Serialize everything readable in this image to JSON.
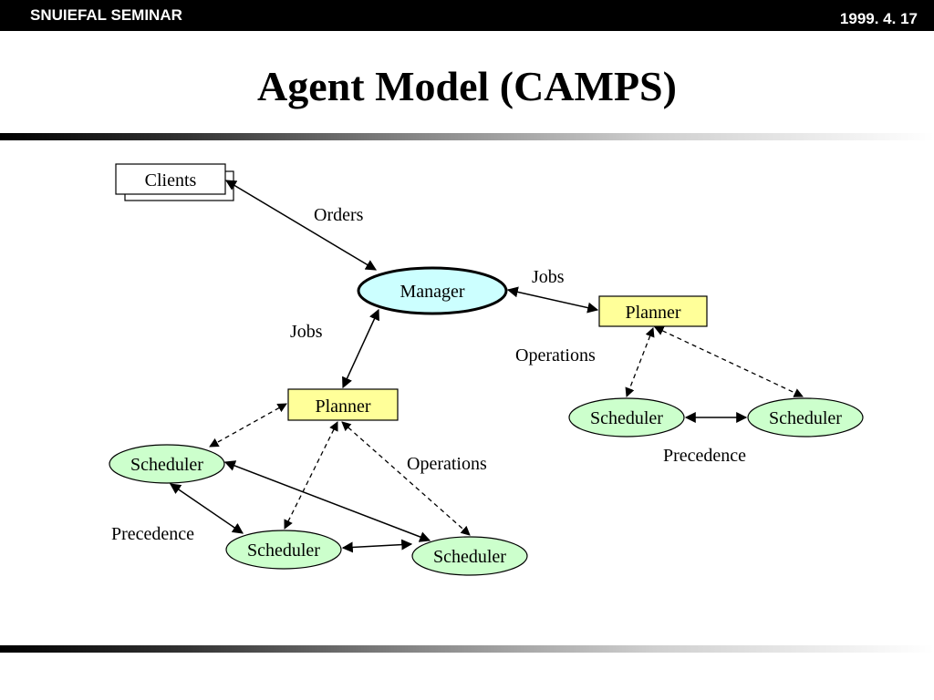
{
  "header": {
    "left": "SNUIEFAL SEMINAR",
    "right": "1999. 4. 17"
  },
  "title": "Agent Model (CAMPS)",
  "diagram": {
    "clients": "Clients",
    "manager": "Manager",
    "planner_left": "Planner",
    "planner_right": "Planner",
    "scheduler": "Scheduler",
    "edges": {
      "orders": "Orders",
      "jobs_top": "Jobs",
      "jobs_left": "Jobs",
      "operations_right": "Operations",
      "operations_left": "Operations",
      "precedence_right": "Precedence",
      "precedence_left": "Precedence"
    }
  },
  "colors": {
    "manager_fill": "#ccffff",
    "planner_fill": "#ffff99",
    "scheduler_fill": "#ccffcc"
  }
}
